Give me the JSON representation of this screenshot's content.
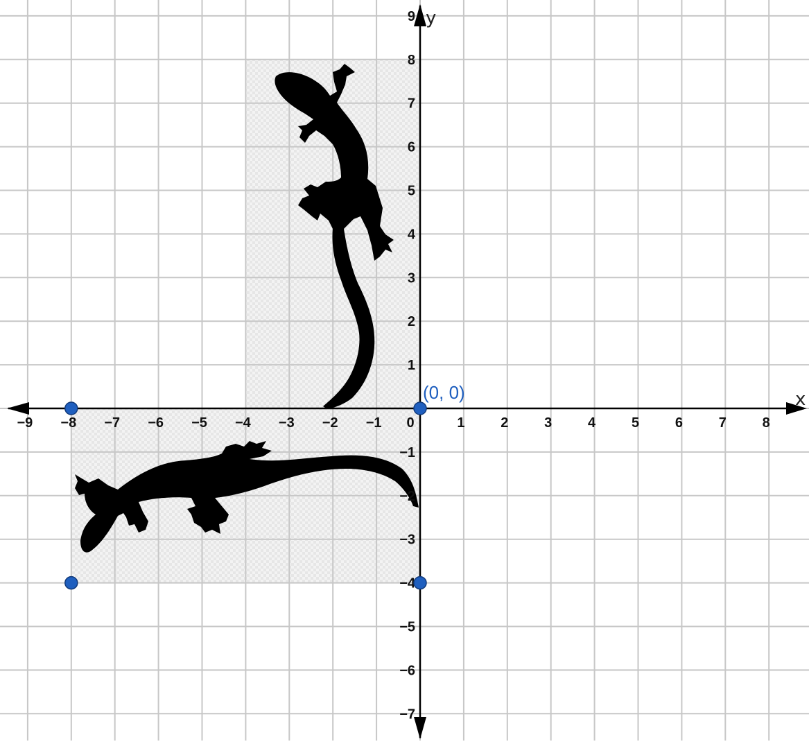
{
  "graph": {
    "x_range": [
      -9,
      8
    ],
    "y_range": [
      -7,
      9
    ],
    "grid": true,
    "axis_labels": {
      "x": "x",
      "y": "y"
    },
    "colors": {
      "grid": "#c7c7c7",
      "axis": "#000000",
      "point": "#1f5fbf",
      "label": "#1f5fbf",
      "shape": "#000000",
      "shade": "#e9e9e9"
    }
  },
  "points": [
    {
      "x": -8,
      "y": 0,
      "label": ""
    },
    {
      "x": 0,
      "y": 0,
      "label": "(0, 0)"
    },
    {
      "x": -8,
      "y": -4,
      "label": ""
    },
    {
      "x": 0,
      "y": -4,
      "label": ""
    }
  ],
  "images": [
    {
      "name": "lizard-original",
      "x_range": [
        -4,
        0
      ],
      "y_range": [
        0,
        8
      ],
      "orientation": "vertical, head up"
    },
    {
      "name": "lizard-rotated",
      "x_range": [
        -8,
        0
      ],
      "y_range": [
        -4,
        0
      ],
      "orientation": "horizontal, head left"
    }
  ]
}
